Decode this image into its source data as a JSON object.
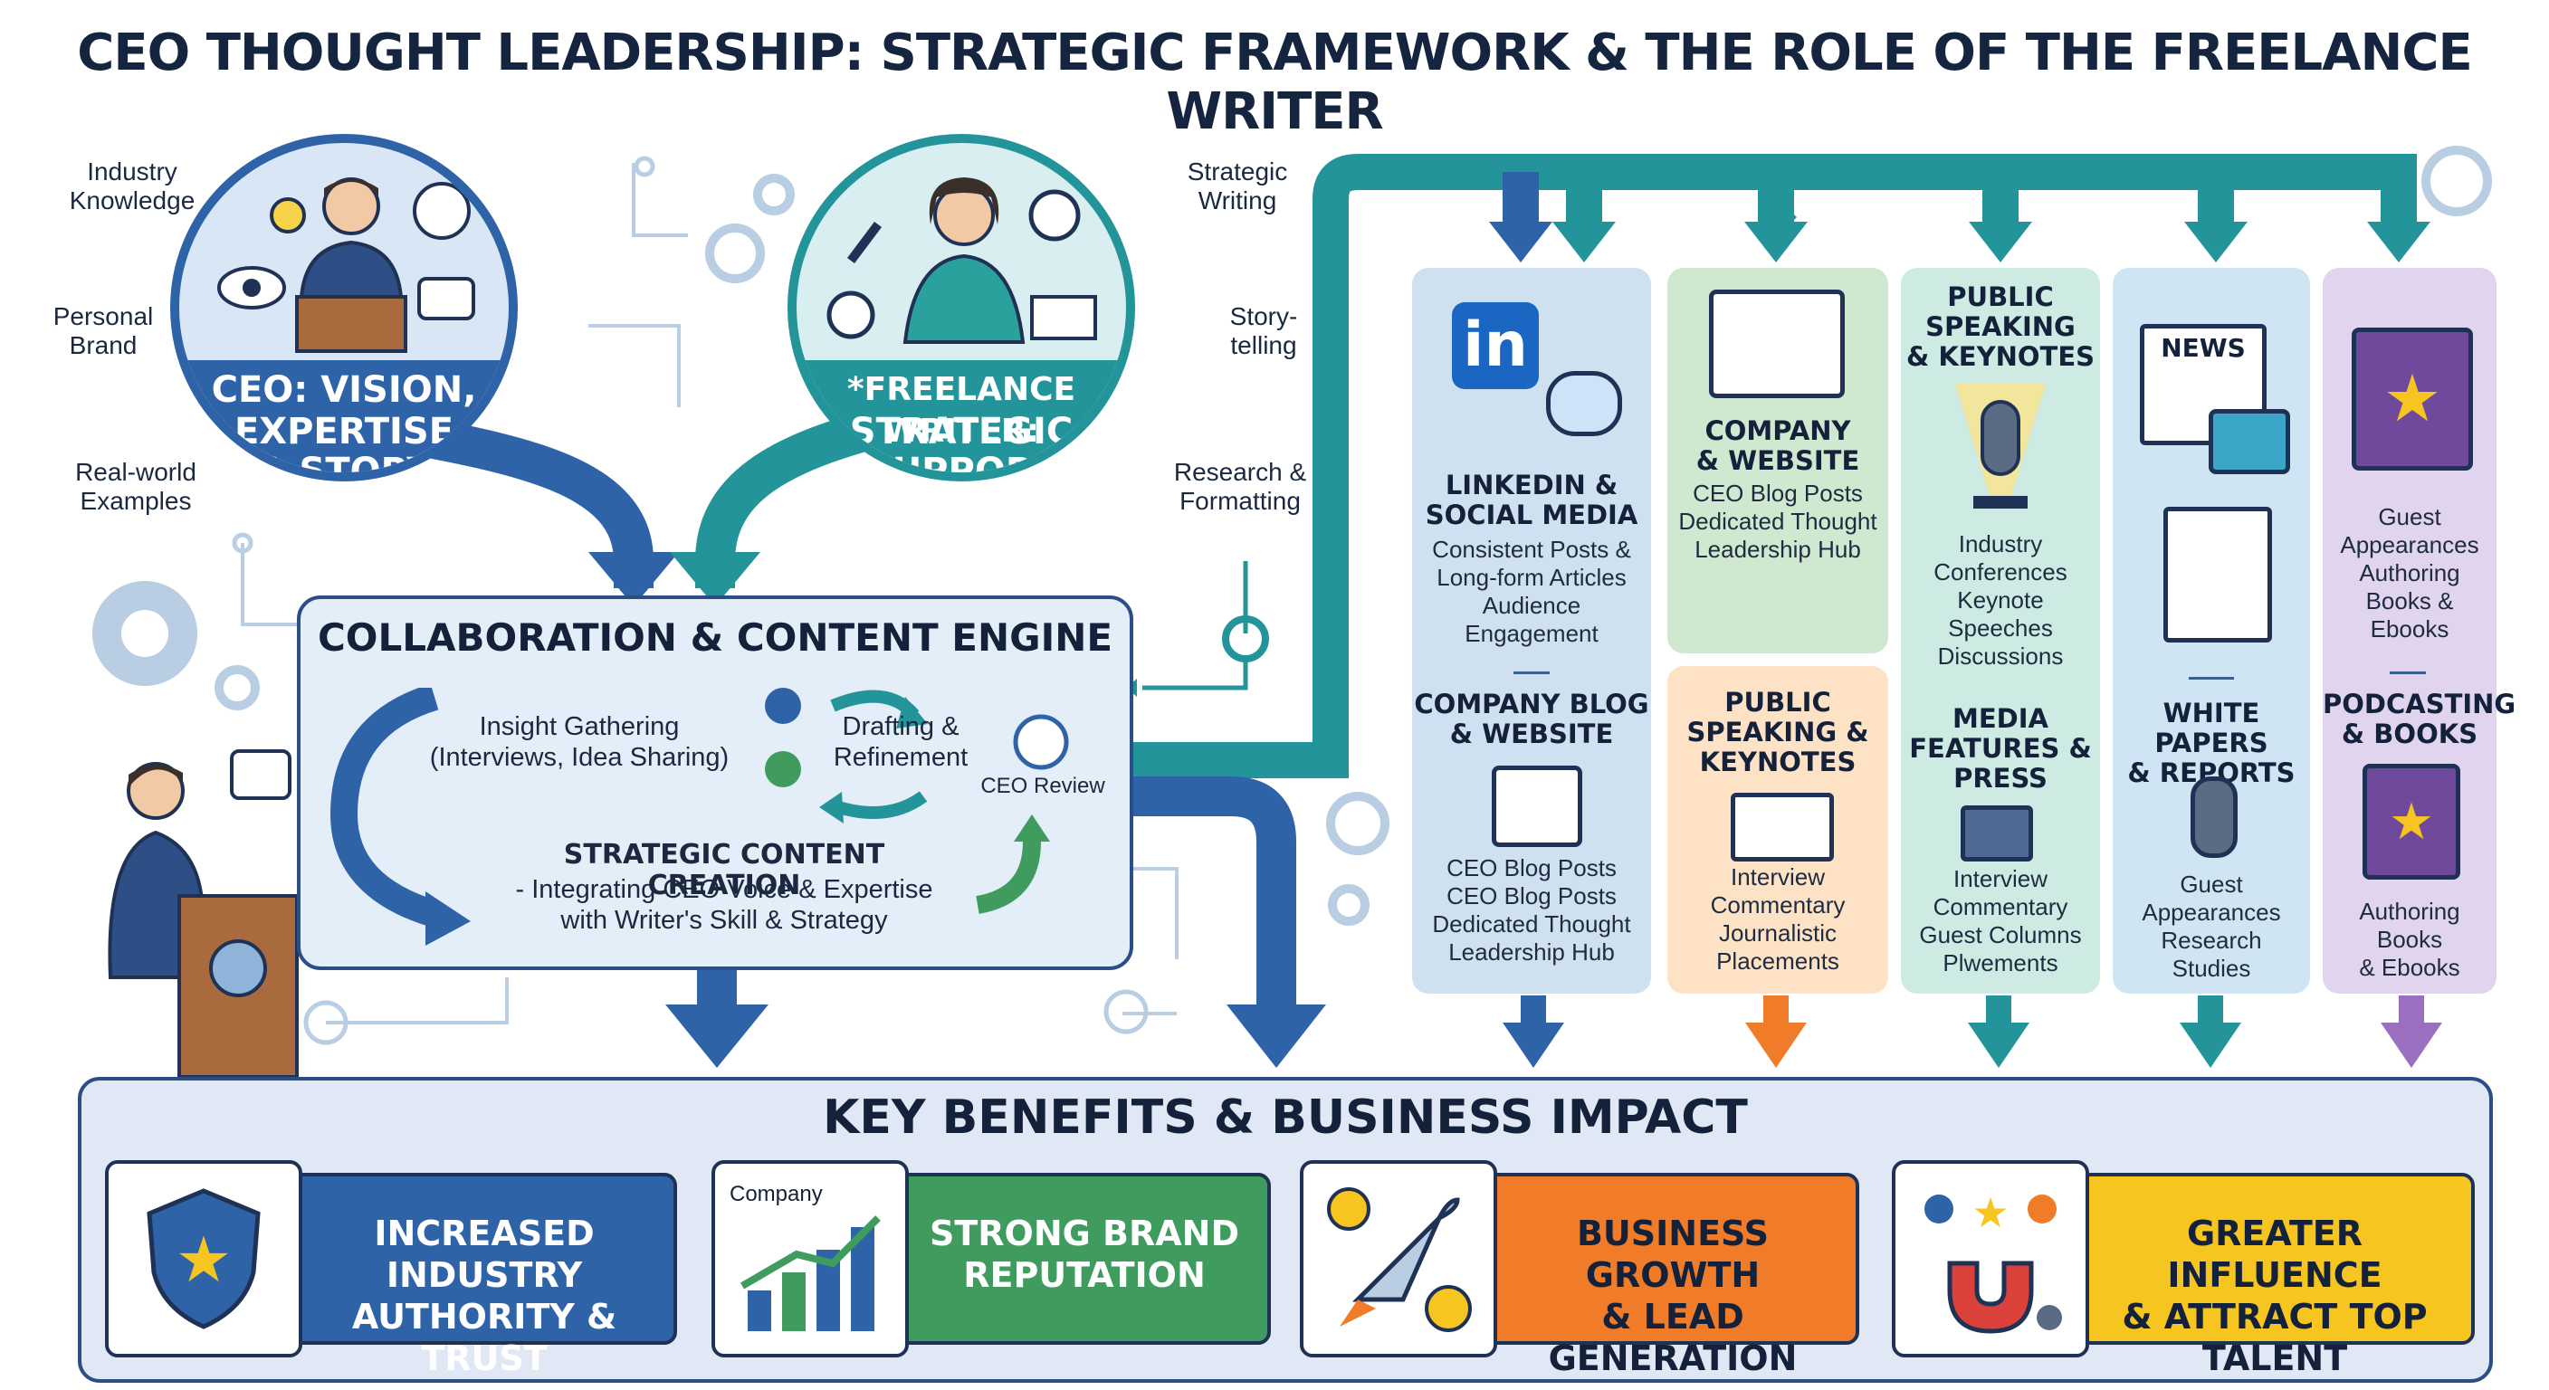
{
  "title": "CEO THOUGHT LEADERSHIP: STRATEGIC FRAMEWORK & THE ROLE OF THE FREELANCE WRITER",
  "colors": {
    "navy": "#2c4e86",
    "teal": "#23959a",
    "light_blue": "#e4eef8",
    "green": "#4aa25a",
    "orange": "#f07c2a",
    "yellow": "#f7c51f",
    "purple": "#9a6fc0"
  },
  "ceo_circle": {
    "labels": [
      "CEO: VISION,",
      "EXPERTISE",
      "& STORY"
    ],
    "side_labels": [
      "Industry\nKnowledge",
      "Personal\nBrand",
      "Real-world\nExamples"
    ]
  },
  "writer_circle": {
    "labels": [
      "*FREELANCE WRITER:",
      "STRATEGIC",
      "SUPPORT"
    ],
    "side_labels": [
      "Strategic\nWriting",
      "Story-\ntelling",
      "Research &\nFormatting"
    ]
  },
  "engine": {
    "title": "COLLABORATION & CONTENT ENGINE",
    "insight": "Insight Gathering\n(Interviews, Idea Sharing)",
    "drafting": "Drafting &\nRefinement",
    "review": "CEO Review",
    "creation_title": "STRATEGIC CONTENT CREATION",
    "creation_body": "- Integrating CEO Voice & Expertise\nwith Writer's Skill & Strategy"
  },
  "columns": [
    {
      "head1": "LINKEDIN &\nSOCIAL MEDIA",
      "body1": "Consistent Posts &\nLong-form Articles\nAudience\nEngagement",
      "head2": "COMPANY BLOG\n& WEBSITE",
      "body2": "CEO Blog Posts\nCEO Blog Posts\nDedicated Thought\nLeadership Hub",
      "icon_text": "in"
    },
    {
      "head1": "COMPANY\n& WEBSITE",
      "body1": "CEO Blog Posts\nDedicated Thought\nLeadership Hub",
      "head2": "PUBLIC\nSPEAKING &\nKEYNOTES",
      "body2": "Interview\nCommentary\nJournalistic\nPlacements"
    },
    {
      "head1": "PUBLIC\nSPEAKING\n& KEYNOTES",
      "body1": "Industry\nConferences\nKeynote\nSpeeches\nDiscussions",
      "head2": "MEDIA\nFEATURES &\nPRESS",
      "body2": "Interview\nCommentary\nGuest Columns\nPlwements"
    },
    {
      "head1": "WHITE PAPERS\n& REPORTS",
      "body1": "Guest\nAppearances\nResearch\nStudies",
      "icon_text": "NEWS"
    },
    {
      "head1": "Guest\nAppearances\nAuthoring\nBooks &\nEbooks",
      "head2": "PODCASTING\n& BOOKS",
      "body2": "Authoring\nBooks\n& Ebooks"
    }
  ],
  "benefits": {
    "title": "KEY BENEFITS & BUSINESS IMPACT",
    "items": [
      {
        "label": "INCREASED INDUSTRY\nAUTHORITY & TRUST"
      },
      {
        "label": "STRONG BRAND\nREPUTATION",
        "icon_text": "Company"
      },
      {
        "label": "BUSINESS GROWTH\n& LEAD GENERATION"
      },
      {
        "label": "GREATER INFLUENCE\n& ATTRACT TOP TALENT"
      }
    ]
  }
}
